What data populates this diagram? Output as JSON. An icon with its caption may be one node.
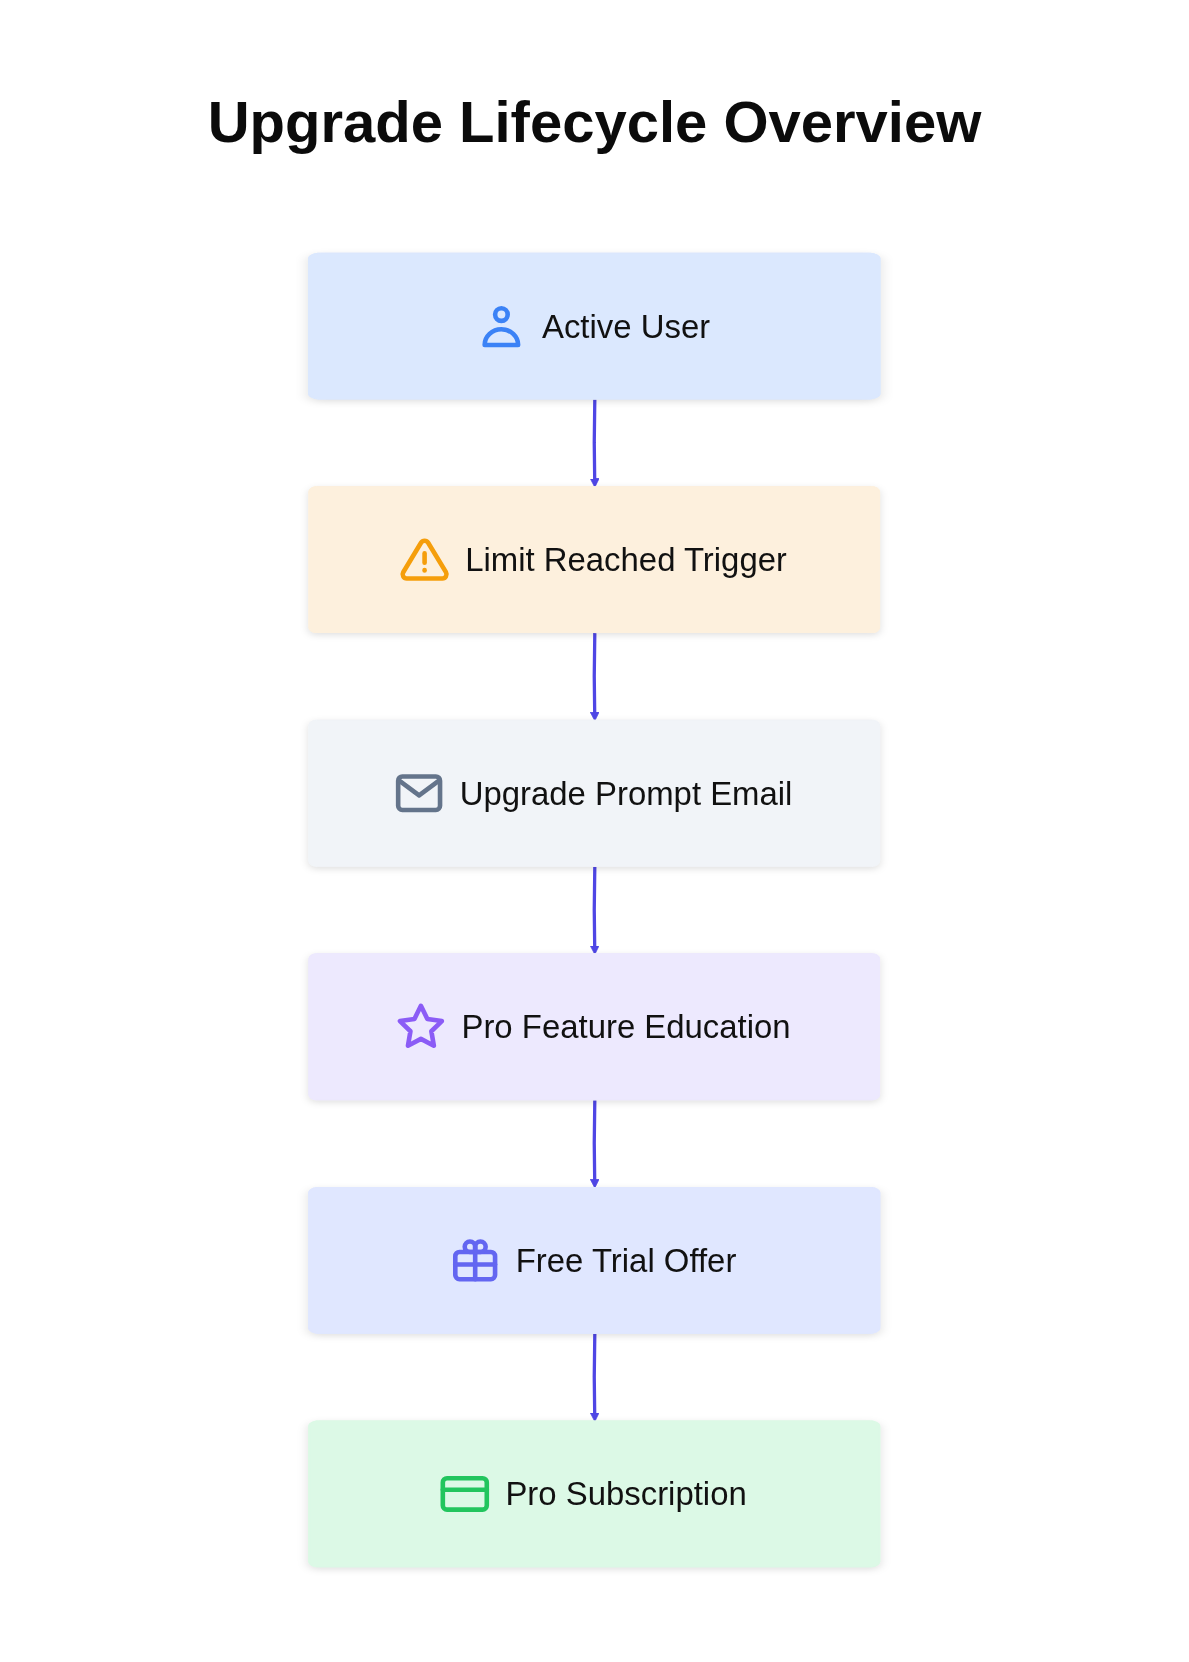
{
  "diagram": {
    "title": "Upgrade Lifecycle Overview",
    "nodes": [
      {
        "text": [
          "Active User"
        ]
      },
      {
        "text": [
          "Limit Reached Trigger"
        ]
      },
      {
        "text": [
          "Upgrade Prompt Email"
        ]
      },
      {
        "text": [
          "Pro Feature Education"
        ]
      },
      {
        "text": [
          "Free Trial Offer"
        ]
      },
      {
        "text": [
          "Pro Subscription"
        ]
      }
    ],
    "edges": [
      {
        "from": 0,
        "to": 1,
        "arrow": "to"
      },
      {
        "from": 1,
        "to": 2,
        "arrow": "to"
      },
      {
        "from": 2,
        "to": 3,
        "arrow": "to"
      },
      {
        "from": 3,
        "to": 4,
        "arrow": "to"
      },
      {
        "from": 4,
        "to": 5,
        "arrow": "to"
      }
    ]
  }
}
